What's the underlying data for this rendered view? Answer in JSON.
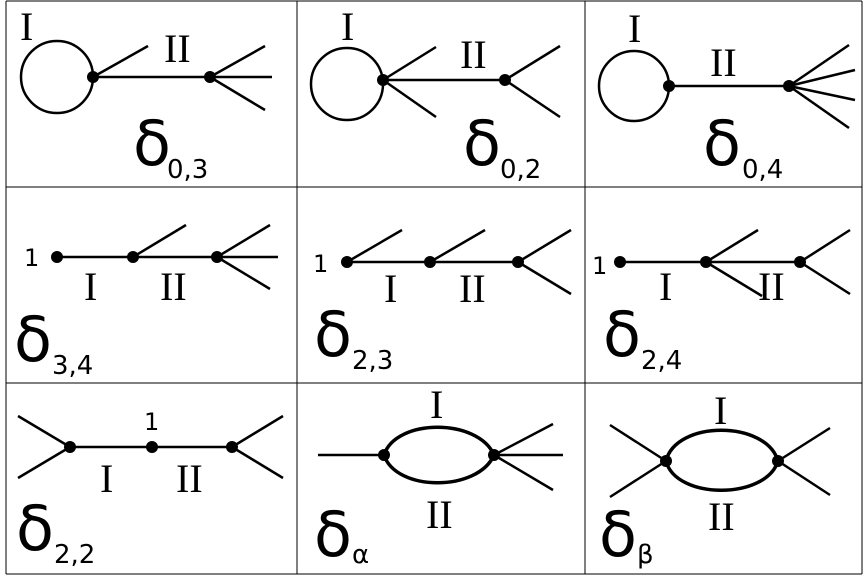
{
  "cells": [
    {
      "id": "d03",
      "delta_label": "δ",
      "delta_sub": "0,3",
      "edge_labels": [
        "I",
        "II"
      ]
    },
    {
      "id": "d02",
      "delta_label": "δ",
      "delta_sub": "0,2",
      "edge_labels": [
        "I",
        "II"
      ]
    },
    {
      "id": "d04",
      "delta_label": "δ",
      "delta_sub": "0,4",
      "edge_labels": [
        "I",
        "II"
      ]
    },
    {
      "id": "d34",
      "delta_label": "δ",
      "delta_sub": "3,4",
      "edge_labels": [
        "I",
        "II"
      ],
      "marked_point": "1"
    },
    {
      "id": "d23",
      "delta_label": "δ",
      "delta_sub": "2,3",
      "edge_labels": [
        "I",
        "II"
      ],
      "marked_point": "1"
    },
    {
      "id": "d24",
      "delta_label": "δ",
      "delta_sub": "2,4",
      "edge_labels": [
        "I",
        "II"
      ],
      "marked_point": "1"
    },
    {
      "id": "d22",
      "delta_label": "δ",
      "delta_sub": "2,2",
      "edge_labels": [
        "I",
        "II"
      ],
      "marked_point": "1"
    },
    {
      "id": "dalpha",
      "delta_label": "δ",
      "delta_sub": "α",
      "edge_labels": [
        "I",
        "II"
      ]
    },
    {
      "id": "dbeta",
      "delta_label": "δ",
      "delta_sub": "β",
      "edge_labels": [
        "I",
        "II"
      ]
    }
  ]
}
